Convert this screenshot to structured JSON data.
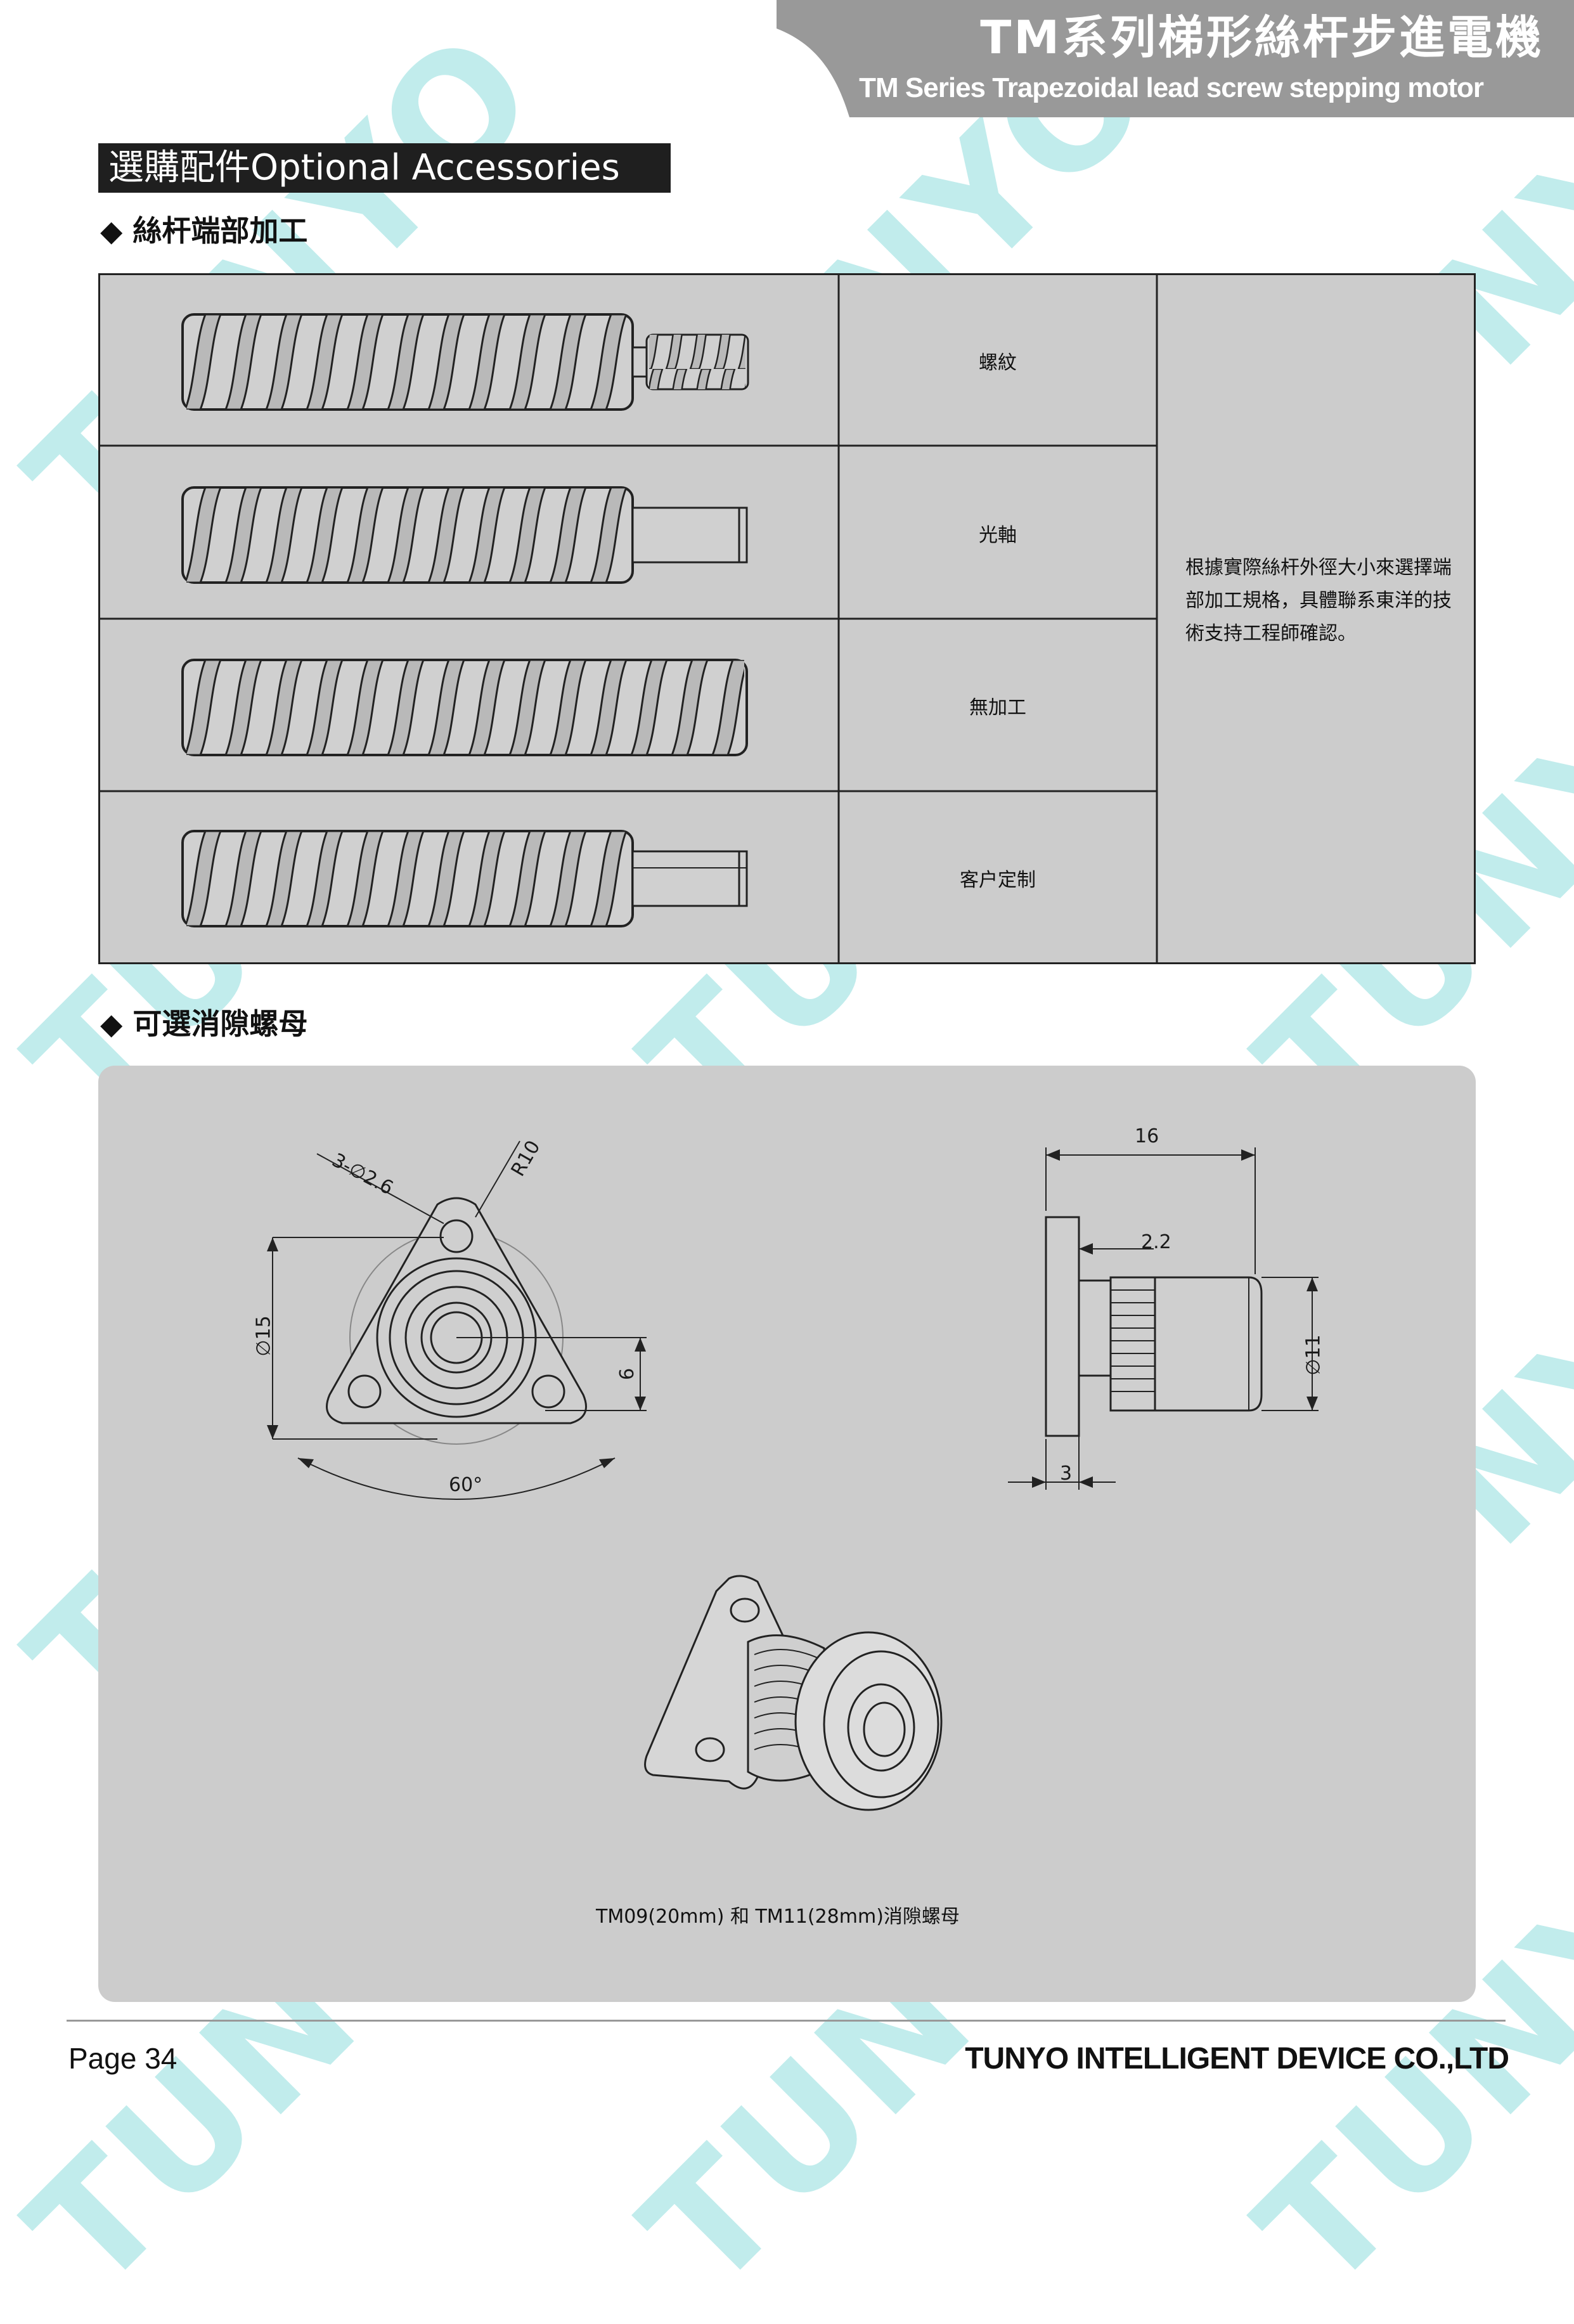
{
  "header": {
    "title_cn": "TM系列梯形絲杆步進電機",
    "title_en": "TM Series Trapezoidal lead screw stepping motor"
  },
  "section": {
    "banner": "選購配件Optional Accessories",
    "heading_ends": "◆ 絲杆端部加工",
    "heading_nut": "◆ 可選消隙螺母"
  },
  "ends_table": {
    "rows": [
      {
        "label": "螺紋"
      },
      {
        "label": "光軸"
      },
      {
        "label": "無加工"
      },
      {
        "label": "客户定制"
      }
    ],
    "note": "根據實際絲杆外徑大小來選擇端部加工規格，具體聯系東洋的技術支持工程師確認。"
  },
  "nut": {
    "dims": {
      "holes": "3-∅2.6",
      "radius": "R10",
      "dia15": "∅15",
      "six": "6",
      "angle": "60°",
      "length": "16",
      "flange": "2.2",
      "dia11": "∅11",
      "three": "3"
    },
    "caption": "TM09(20mm) 和 TM11(28mm)消隙螺母"
  },
  "footer": {
    "page": "Page 34",
    "company": "TUNYO INTELLIGENT DEVICE CO.,LTD"
  },
  "watermark": "TUNYO",
  "colors": {
    "header_bg": "#999999",
    "banner_bg": "#1f1f1f",
    "panel_bg": "#cccccc",
    "watermark": "#8fdede"
  }
}
